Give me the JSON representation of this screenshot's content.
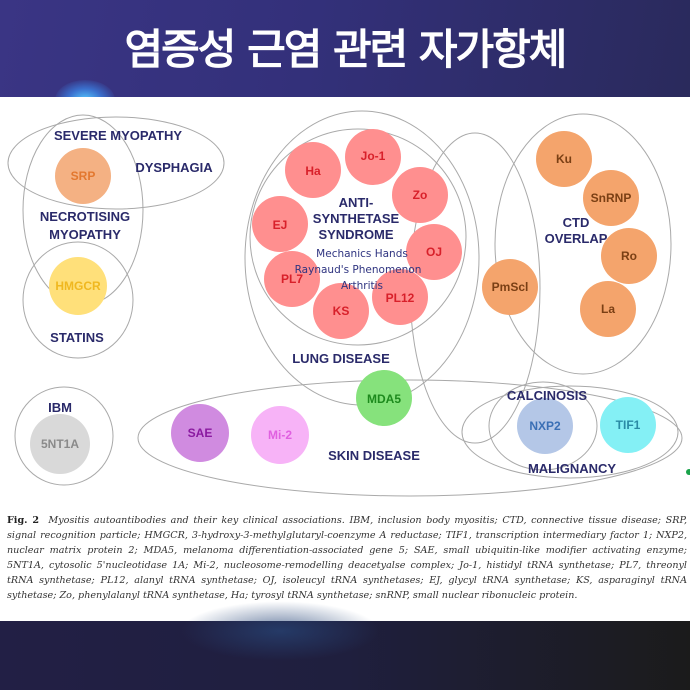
{
  "header": {
    "title": "염증성 근염 관련 자가항체"
  },
  "figure": {
    "groups": {
      "severe_myopathy": "SEVERE MYOPATHY",
      "dysphagia": "DYSPHAGIA",
      "necrotising_1": "NECROTISING",
      "necrotising_2": "MYOPATHY",
      "statins": "STATINS",
      "anti_synthetase_1": "ANTI-",
      "anti_synthetase_2": "SYNTHETASE",
      "anti_synthetase_3": "SYNDROME",
      "anti_synthetase_features": [
        "Mechanics Hands",
        "Raynaud's Phenomenon",
        "Arthritis"
      ],
      "lung_disease": "LUNG DISEASE",
      "ctd_1": "CTD",
      "ctd_2": "OVERLAP",
      "ibm": "IBM",
      "skin_disease": "SKIN DISEASE",
      "calcinosis": "CALCINOSIS",
      "malignancy": "MALIGNANCY"
    },
    "antibodies": {
      "srp": "SRP",
      "hmgcr": "HMGCR",
      "ha": "Ha",
      "jo1": "Jo-1",
      "zo": "Zo",
      "ej": "EJ",
      "oj": "OJ",
      "pl7": "PL7",
      "pl12": "PL12",
      "ks": "KS",
      "ku": "Ku",
      "snrnp": "SnRNP",
      "ro": "Ro",
      "la": "La",
      "pmscl": "PmScl",
      "mda5": "MDA5",
      "nt5c1a": "5NT1A",
      "sae": "SAE",
      "mi2": "Mi-2",
      "nxp2": "NXP2",
      "tif1": "TIF1"
    },
    "colors": {
      "srp": "#f4b183",
      "hmgcr": "#ffe07a",
      "anti_synthetase": "#ff8f8f",
      "ctd": "#f4a46c",
      "mda5": "#86e27c",
      "nt5c1a": "#d9d9d9",
      "sae": "#d08be0",
      "mi2": "#f7b3f7",
      "nxp2": "#b4c7e7",
      "tif1": "#84f0f5",
      "label": "#2a2a6a"
    }
  },
  "caption": {
    "fig_label": "Fig. 2",
    "text": "Myositis autoantibodies and their key clinical associations. IBM, inclusion body myositis; CTD, connective tissue disease; SRP, signal recognition particle; HMGCR, 3-hydroxy-3-methylglutaryl-coenzyme A reductase; TIF1, transcription intermediary factor 1; NXP2, nuclear matrix protein 2; MDA5, melanoma differentiation-associated gene 5; SAE, small ubiquitin-like modifier activating enzyme; 5NT1A, cytosolic 5'nucleotidase 1A; Mi-2, nucleosome-remodelling deacetyalse complex; Jo-1, histidyl tRNA synthetase; PL7, threonyl tRNA synthetase; PL12, alanyl tRNA synthetase; OJ, isoleucyl tRNA synthetases; EJ, glycyl tRNA synthetase; KS, asparaginyl tRNA sythetase; Zo, phenylalanyl tRNA synthetase, Ha; tyrosyl tRNA synthetase; snRNP, small nuclear ribonucleic protein."
  }
}
